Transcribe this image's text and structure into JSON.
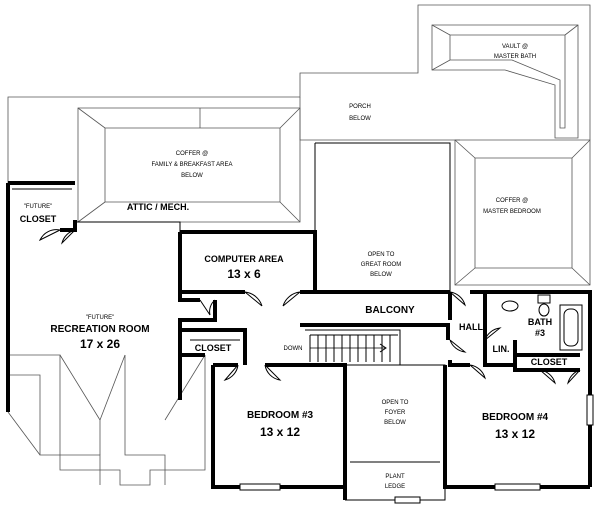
{
  "labels": {
    "porch": {
      "l1": "PORCH",
      "l2": "BELOW"
    },
    "vault": {
      "l1": "VAULT @",
      "l2": "MASTER BATH"
    },
    "coffer_family": {
      "l1": "COFFER @",
      "l2": "FAMILY & BREAKFAST AREA",
      "l3": "BELOW"
    },
    "coffer_master": {
      "l1": "COFFER @",
      "l2": "MASTER BEDROOM"
    },
    "attic": "ATTIC / MECH.",
    "future_closet": {
      "l1": "\"FUTURE\"",
      "l2": "CLOSET"
    },
    "computer": {
      "name": "COMPUTER AREA",
      "size": "13 x 6"
    },
    "open_great": {
      "l1": "OPEN TO",
      "l2": "GREAT ROOM",
      "l3": "BELOW"
    },
    "balcony": "BALCONY",
    "hall": "HALL",
    "bath3": {
      "l1": "BATH",
      "l2": "#3"
    },
    "lin": "LIN.",
    "closet_right": "CLOSET",
    "rec_room": {
      "future": "\"FUTURE\"",
      "name": "RECREATION ROOM",
      "size": "17 x 26"
    },
    "closet_mid": "CLOSET",
    "down": "DOWN",
    "bedroom3": {
      "name": "BEDROOM #3",
      "size": "13 x 12"
    },
    "open_foyer": {
      "l1": "OPEN TO",
      "l2": "FOYER",
      "l3": "BELOW"
    },
    "plant_ledge": {
      "l1": "PLANT",
      "l2": "LEDGE"
    },
    "bedroom4": {
      "name": "BEDROOM #4",
      "size": "13 x 12"
    }
  }
}
